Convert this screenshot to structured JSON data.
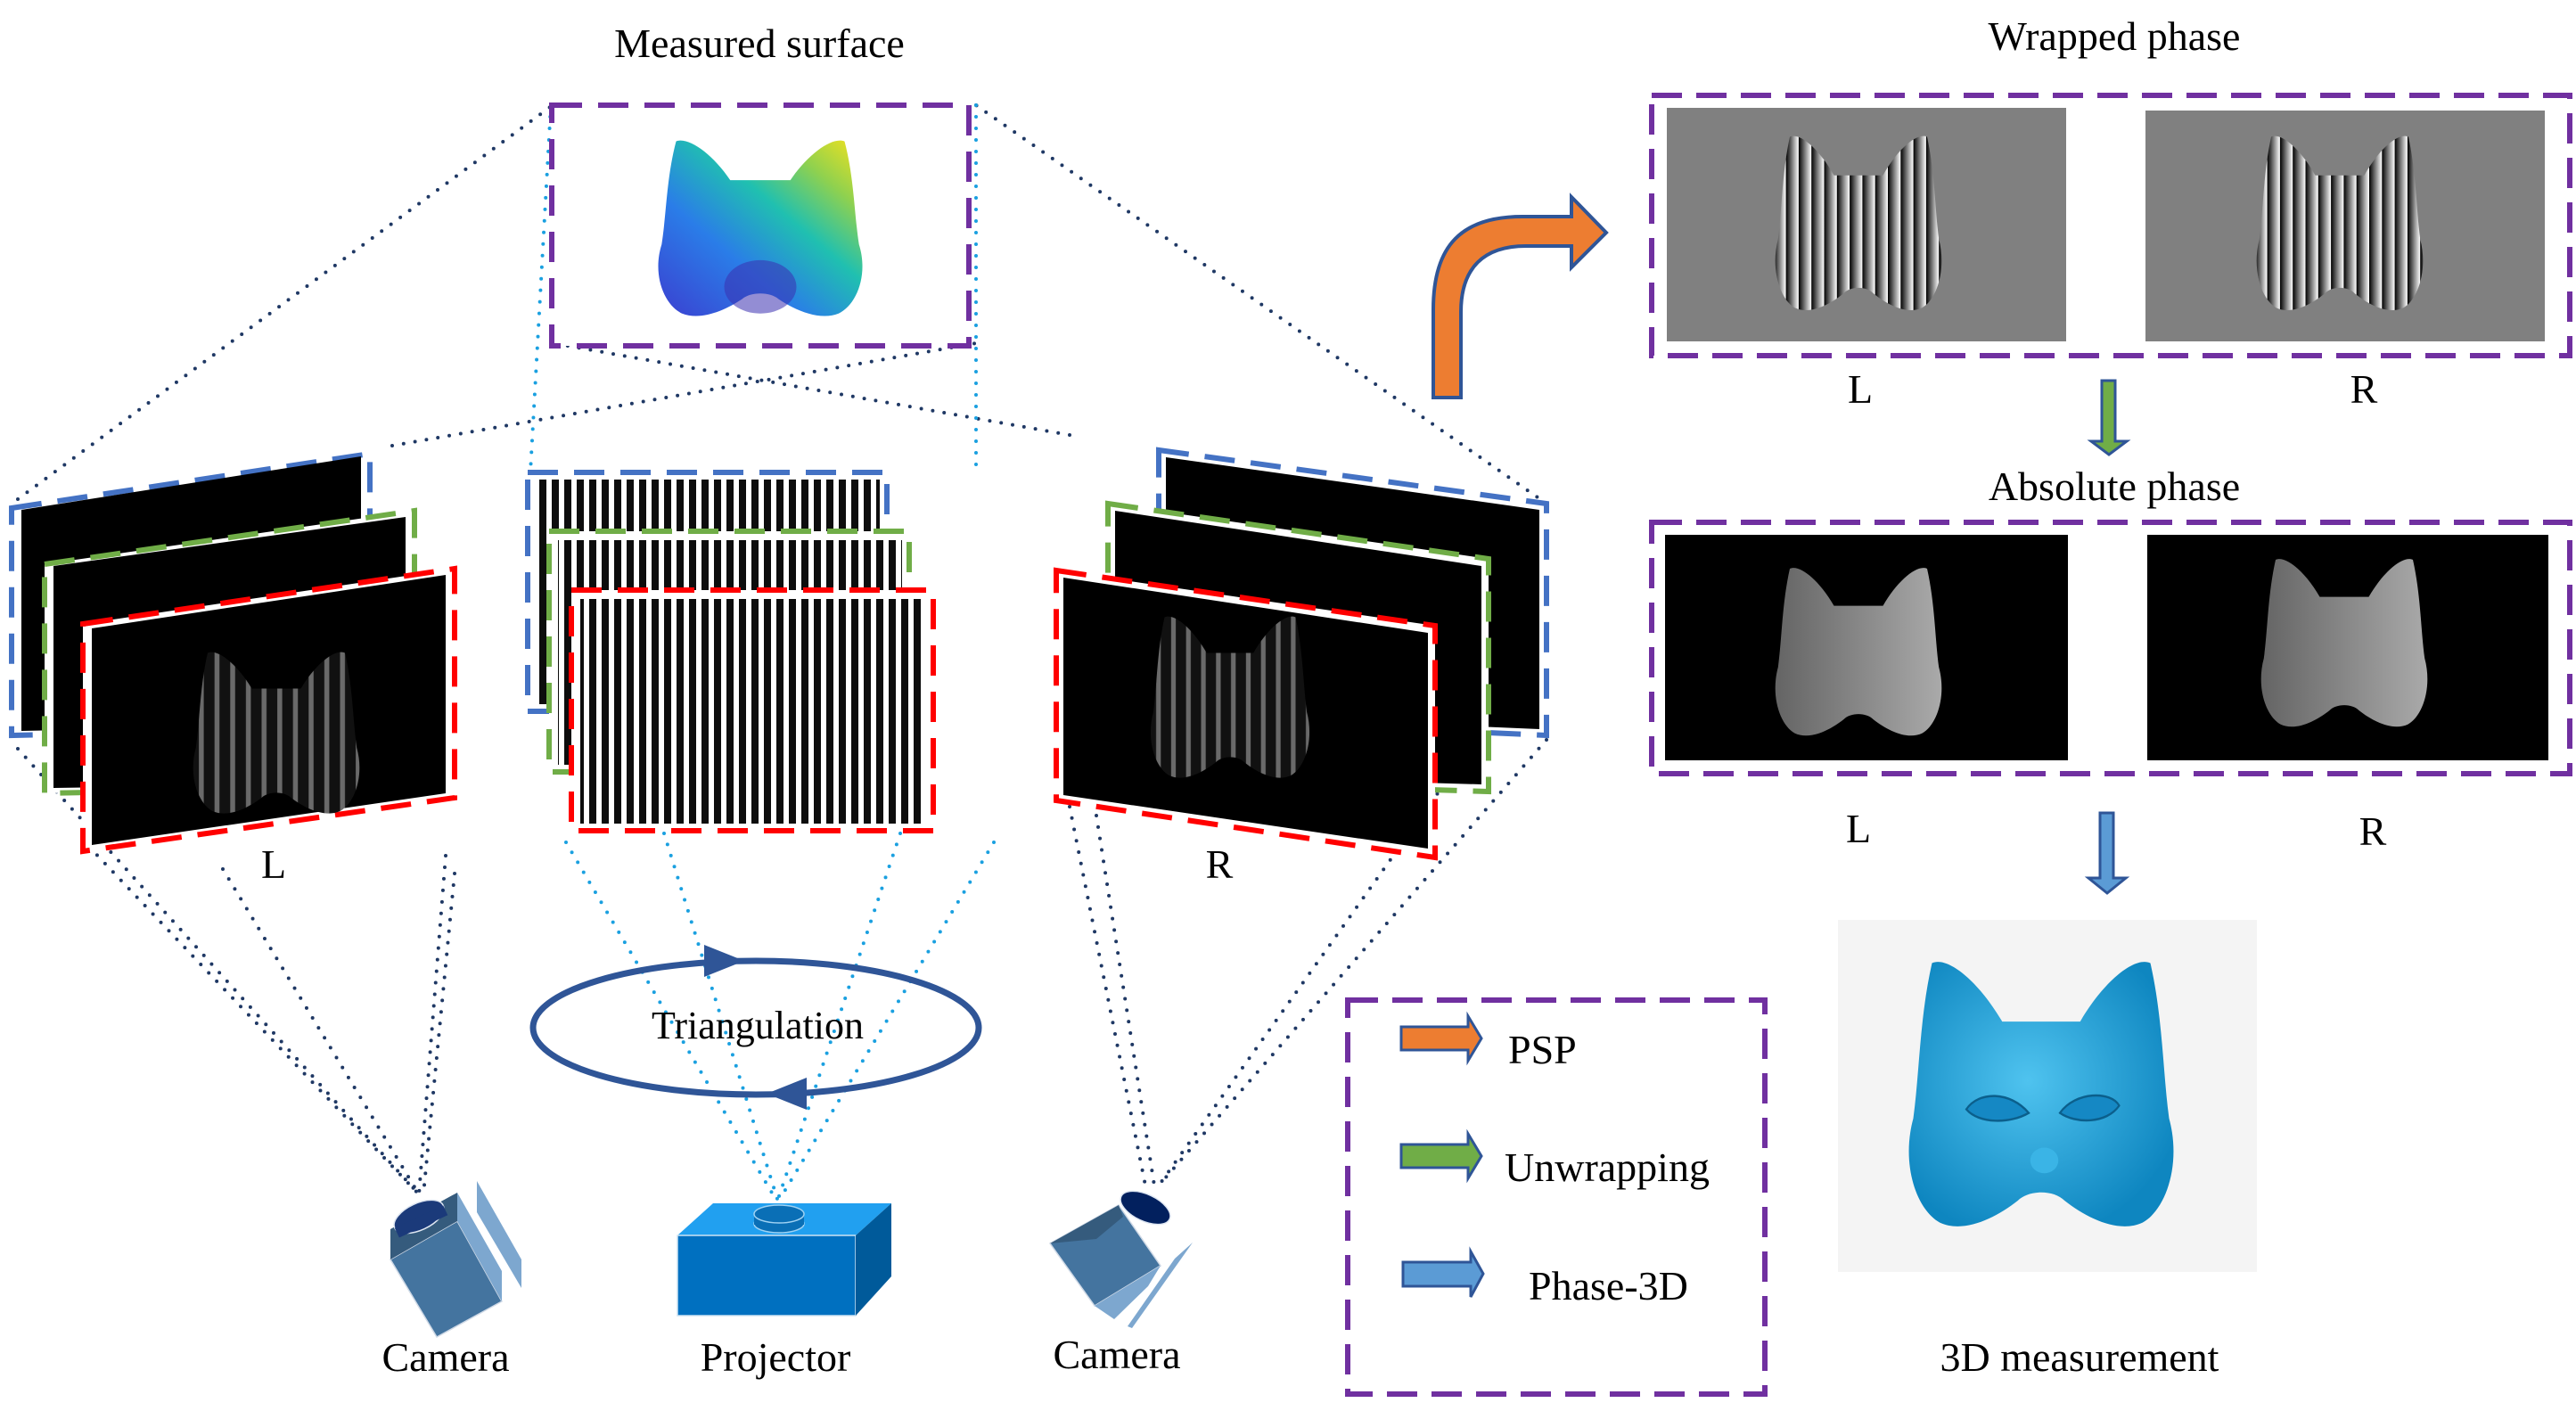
{
  "figure": {
    "title": "Stereo fringe projection 3D measurement pipeline"
  },
  "labels": {
    "measured_surface": "Measured surface",
    "wrapped_phase": "Wrapped phase",
    "absolute_phase": "Absolute phase",
    "three_d_measurement": "3D measurement",
    "triangulation": "Triangulation",
    "left": "L",
    "right": "R",
    "wrapped_left": "L",
    "wrapped_right": "R",
    "absolute_left": "L",
    "absolute_right": "R"
  },
  "devices": {
    "left_camera": "Camera",
    "projector": "Projector",
    "right_camera": "Camera"
  },
  "legend": {
    "items": [
      {
        "label": "PSP",
        "color": "#ed7d31"
      },
      {
        "label": "Unwrapping",
        "color": "#70ad47"
      },
      {
        "label": "Phase-3D",
        "color": "#5b9bd5"
      }
    ]
  },
  "colors": {
    "frame_purple": "#7030a0",
    "stack_blue": "#4472c4",
    "stack_green": "#70ad47",
    "stack_red": "#ff0000",
    "arrow_outline": "#2f5597",
    "camera_body": "#44749f",
    "projector_body": "#0070c0",
    "mask_blue": "#1a9ad6",
    "phase_gray": "#808080"
  }
}
